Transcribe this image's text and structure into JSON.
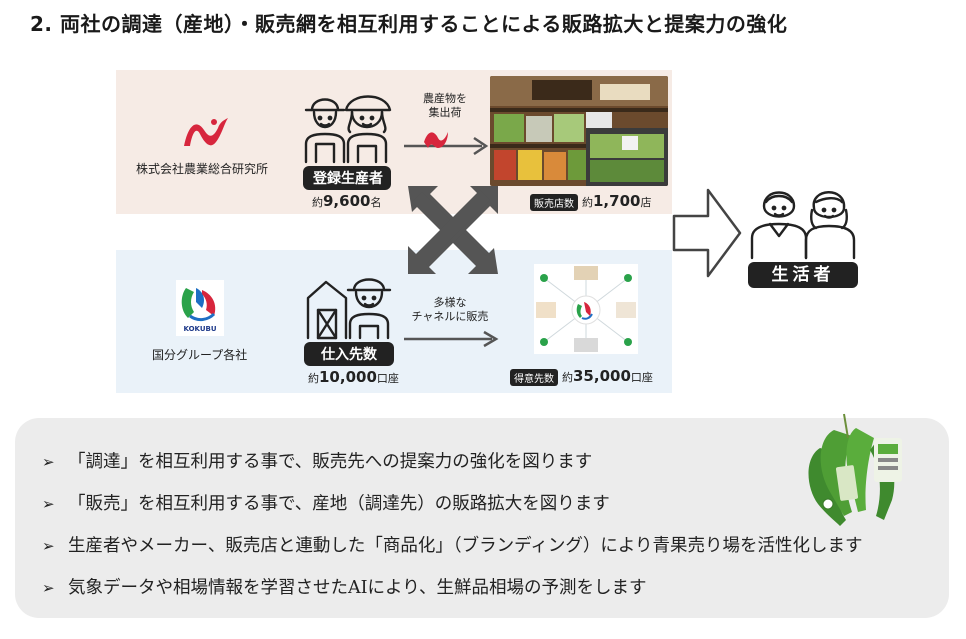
{
  "title": "2. 両社の調達（産地）・販売網を相互利用することによる販路拡大と提案力の強化",
  "top": {
    "company": "株式会社農業総合研究所",
    "pill": "登録生産者",
    "count_prefix": "約",
    "count_value": "9,600",
    "count_unit": "名",
    "flow_label_line1": "農産物を",
    "flow_label_line2": "集出荷",
    "store_tag": "販売店数",
    "store_prefix": "約",
    "store_value": "1,700",
    "store_unit": "店"
  },
  "bottom": {
    "company": "国分グループ各社",
    "logo_text": "KOKUBU",
    "pill": "仕入先数",
    "count_prefix": "約",
    "count_value": "10,000",
    "count_unit": "口座",
    "flow_label_line1": "多様な",
    "flow_label_line2": "チャネルに販売",
    "client_tag": "得意先数",
    "client_prefix": "約",
    "client_value": "35,000",
    "client_unit": "口座"
  },
  "consumer_label": "生活者",
  "bullets": [
    "「調達」を相互利用する事で、販売先への提案力の強化を図ります",
    "「販売」を相互利用する事で、産地（調達先）の販路拡大を図ります",
    "生産者やメーカー、販売店と連動した「商品化」（ブランディング）により青果売り場を活性化します",
    "気象データや相場情報を学習させたAIにより、生鮮品相場の予測をします"
  ],
  "bullet_mark": "➢",
  "colors": {
    "top_band": "#f6ebe5",
    "bottom_band": "#eaf2f9",
    "dark": "#222222",
    "logo_red": "#d7263d",
    "arrow_gray": "#555555",
    "bullets_bg": "#ececec"
  }
}
